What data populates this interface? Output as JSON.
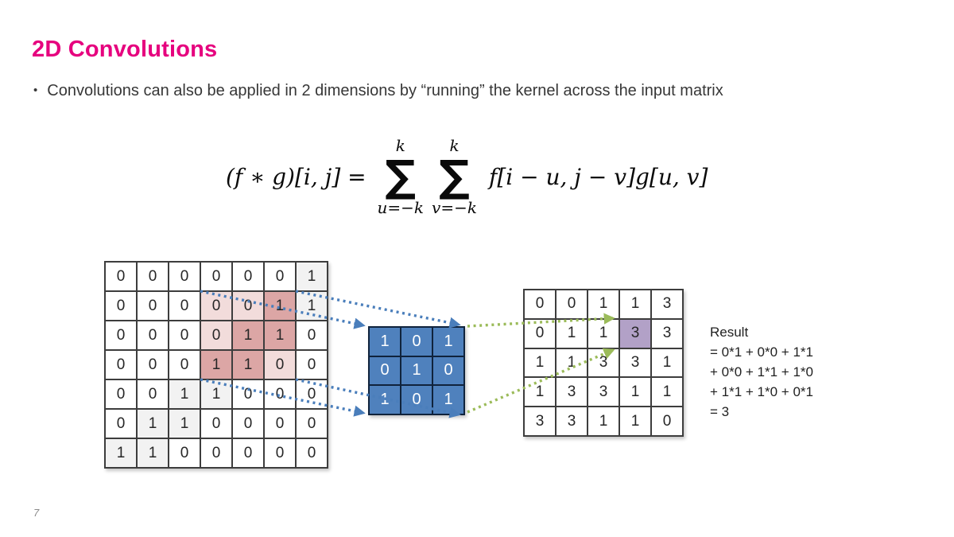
{
  "slide": {
    "title": "2D Convolutions",
    "bullet_glyph": "•",
    "bullet": "Convolutions can also be applied in 2 dimensions by “running” the kernel across the input matrix",
    "page_number": "7"
  },
  "formula": {
    "lhs": "(f ∗ g)[i, j] = ",
    "sum1": {
      "upper": "k",
      "sigma": "∑",
      "lower": "u=−k"
    },
    "sum2": {
      "upper": "k",
      "sigma": "∑",
      "lower": "v=−k"
    },
    "rhs": "f[i − u, j − v]g[u, v]"
  },
  "matrices": {
    "input": {
      "cells": [
        [
          0,
          0,
          0,
          0,
          0,
          0,
          1
        ],
        [
          0,
          0,
          0,
          0,
          0,
          1,
          1
        ],
        [
          0,
          0,
          0,
          0,
          1,
          1,
          0
        ],
        [
          0,
          0,
          0,
          1,
          1,
          0,
          0
        ],
        [
          0,
          0,
          1,
          1,
          0,
          0,
          0
        ],
        [
          0,
          1,
          1,
          0,
          0,
          0,
          0
        ],
        [
          1,
          1,
          0,
          0,
          0,
          0,
          0
        ]
      ],
      "styles": [
        [
          "w",
          "w",
          "w",
          "w",
          "w",
          "w",
          "g"
        ],
        [
          "w",
          "w",
          "w",
          "pl",
          "pl",
          "pd",
          "g"
        ],
        [
          "w",
          "w",
          "w",
          "pl",
          "pd",
          "pd",
          "w"
        ],
        [
          "w",
          "w",
          "w",
          "pd",
          "pd",
          "pl",
          "w"
        ],
        [
          "w",
          "w",
          "g",
          "g",
          "w",
          "w",
          "w"
        ],
        [
          "w",
          "g",
          "g",
          "w",
          "w",
          "w",
          "w"
        ],
        [
          "g",
          "g",
          "w",
          "w",
          "w",
          "w",
          "w"
        ]
      ]
    },
    "kernel": {
      "cells": [
        [
          1,
          0,
          1
        ],
        [
          0,
          1,
          0
        ],
        [
          1,
          0,
          1
        ]
      ],
      "styles": [
        [
          "kb",
          "kb",
          "kb"
        ],
        [
          "kb",
          "kb",
          "kb"
        ],
        [
          "kb",
          "kb",
          "kb"
        ]
      ]
    },
    "output": {
      "cells": [
        [
          0,
          0,
          1,
          1,
          3
        ],
        [
          0,
          1,
          1,
          3,
          3
        ],
        [
          1,
          1,
          3,
          3,
          1
        ],
        [
          1,
          3,
          3,
          1,
          1
        ],
        [
          3,
          3,
          1,
          1,
          0
        ]
      ],
      "styles": [
        [
          "w",
          "w",
          "w",
          "w",
          "w"
        ],
        [
          "w",
          "w",
          "w",
          "hl",
          "w"
        ],
        [
          "w",
          "w",
          "w",
          "w",
          "w"
        ],
        [
          "w",
          "w",
          "w",
          "w",
          "w"
        ],
        [
          "w",
          "w",
          "w",
          "w",
          "w"
        ]
      ]
    }
  },
  "result": {
    "lines": [
      "Result",
      "= 0*1 + 0*0 + 1*1",
      "+ 0*0 + 1*1 + 1*0",
      "+ 1*1 + 1*0 + 0*1",
      "= 3"
    ]
  },
  "colors": {
    "title_pink": "#e6007e",
    "kernel_blue": "#4f81bd",
    "highlight_purple": "#b2a1c7",
    "pink_dark": "#dca6a5",
    "pink_light": "#f2dcdb",
    "gray_cell": "#f2f2f2",
    "arrow_blue": "#4a7ebb",
    "arrow_green": "#9bbb59"
  }
}
